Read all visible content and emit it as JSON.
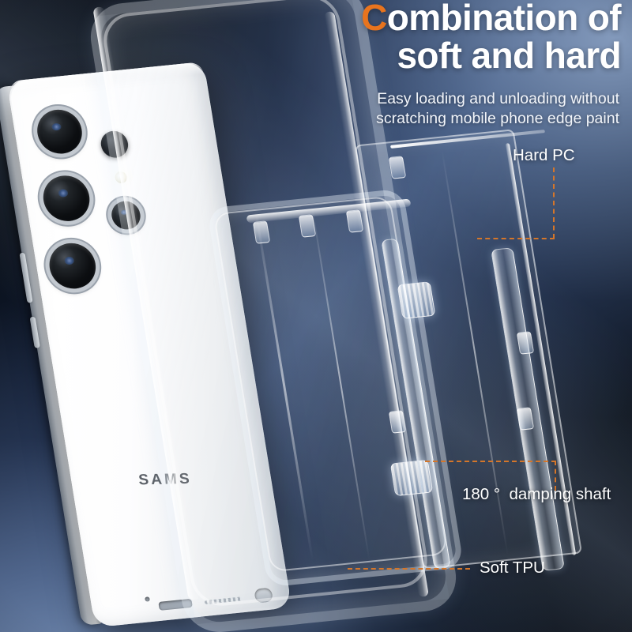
{
  "headline": {
    "accent_letter": "C",
    "line1_rest": "ombination of",
    "line2": "soft and hard",
    "accent_color": "#e8741e"
  },
  "subtitle": {
    "line1": "Easy loading and unloading without",
    "line2": "scratching mobile phone edge paint"
  },
  "callouts": {
    "hard_pc": "Hard PC",
    "damping_shaft": "180 °  damping shaft",
    "soft_tpu": "Soft TPU"
  },
  "product": {
    "phone_brand": "SAMS",
    "leader_line_color": "#d4762a"
  },
  "background": {
    "dark": "#0a0f18",
    "mid_blue": "#2b4068",
    "light_blue": "#7e96ba"
  }
}
